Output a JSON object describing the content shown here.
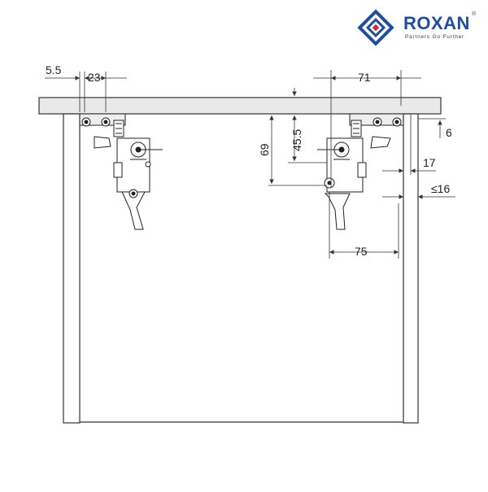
{
  "brand": {
    "name": "ROXAN",
    "tagline": "Partners Go Further",
    "reg_mark": "®",
    "colors": {
      "blue": "#1f4f9c",
      "red": "#d7262a"
    }
  },
  "dimensions": {
    "d_5_5": "5.5",
    "d_23": "23",
    "d_71": "71",
    "d_69": "69",
    "d_45_5": "45.5",
    "d_6": "6",
    "d_17": "17",
    "d_le16": "≤16",
    "d_75": "75"
  },
  "colors": {
    "line": "#333333",
    "panel_fill": "#e9e9e9"
  }
}
